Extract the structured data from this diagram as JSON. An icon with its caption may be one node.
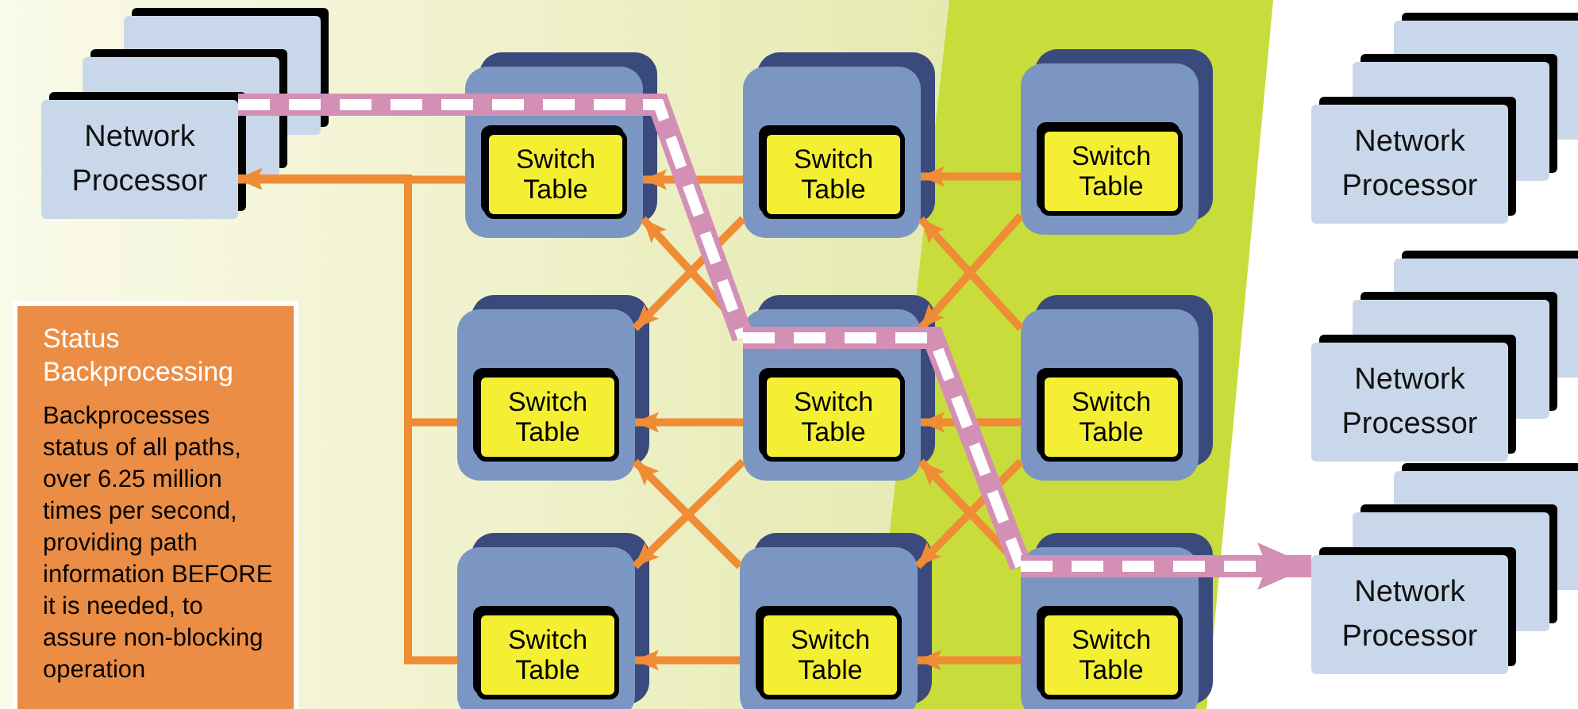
{
  "diagram": {
    "nodes": [
      {
        "text": [
          "Network Processor"
        ]
      },
      {
        "text": [
          "Network Processor"
        ]
      },
      {
        "text": [
          "Network Processor"
        ]
      },
      {
        "text": [
          "Network Processor"
        ]
      },
      {
        "text": [
          "Status Backprocessing",
          "Backprocesses status of all paths, over 6.25 million times per second, providing path information BEFORE it is needed, to assure non-blocking operation"
        ]
      },
      {
        "text": [],
        "shape": "box"
      },
      {
        "text": [
          "Switch Table"
        ],
        "in": 5
      },
      {
        "text": [],
        "shape": "box"
      },
      {
        "text": [
          "Switch Table"
        ],
        "in": 7
      },
      {
        "text": [],
        "shape": "box"
      },
      {
        "text": [
          "Switch Table"
        ],
        "in": 9
      },
      {
        "text": [],
        "shape": "box"
      },
      {
        "text": [
          "Switch Table"
        ],
        "in": 11
      },
      {
        "text": [],
        "shape": "box"
      },
      {
        "text": [
          "Switch Table"
        ],
        "in": 13
      },
      {
        "text": [],
        "shape": "box"
      },
      {
        "text": [
          "Switch Table"
        ],
        "in": 15
      },
      {
        "text": [],
        "shape": "box"
      },
      {
        "text": [
          "Switch Table"
        ],
        "in": 17
      },
      {
        "text": [],
        "shape": "box"
      },
      {
        "text": [
          "Switch Table"
        ],
        "in": 19
      },
      {
        "text": [],
        "shape": "box"
      },
      {
        "text": [
          "Switch Table"
        ],
        "in": 21
      }
    ],
    "edges": [
      {
        "from": 5,
        "to": 0,
        "arrow": "to"
      },
      {
        "from": 11,
        "to": 0,
        "arrow": "to"
      },
      {
        "from": 17,
        "to": 0,
        "arrow": "to"
      },
      {
        "from": 7,
        "to": 5,
        "arrow": "to"
      },
      {
        "from": 9,
        "to": 7,
        "arrow": "to"
      },
      {
        "from": 13,
        "to": 11,
        "arrow": "to"
      },
      {
        "from": 15,
        "to": 13,
        "arrow": "to"
      },
      {
        "from": 19,
        "to": 17,
        "arrow": "to"
      },
      {
        "from": 21,
        "to": 19,
        "arrow": "to"
      },
      {
        "from": 13,
        "to": 5,
        "arrow": "to"
      },
      {
        "from": 7,
        "to": 11,
        "arrow": "to"
      },
      {
        "from": 15,
        "to": 7,
        "arrow": "to"
      },
      {
        "from": 9,
        "to": 13,
        "arrow": "to"
      },
      {
        "from": 19,
        "to": 11,
        "arrow": "to"
      },
      {
        "from": 13,
        "to": 17,
        "arrow": "to"
      },
      {
        "from": 21,
        "to": 13,
        "arrow": "to"
      },
      {
        "from": 15,
        "to": 19,
        "arrow": "to"
      },
      {
        "from": 0,
        "to": 5,
        "arrow": "none",
        "style": "thick",
        "color": "#d48fb5"
      },
      {
        "from": 5,
        "to": 13,
        "arrow": "none",
        "style": "thick",
        "color": "#d48fb5"
      },
      {
        "from": 13,
        "to": 21,
        "arrow": "none",
        "style": "thick",
        "color": "#d48fb5"
      },
      {
        "from": 21,
        "to": 3,
        "arrow": "to",
        "style": "thick",
        "color": "#d48fb5"
      }
    ]
  }
}
